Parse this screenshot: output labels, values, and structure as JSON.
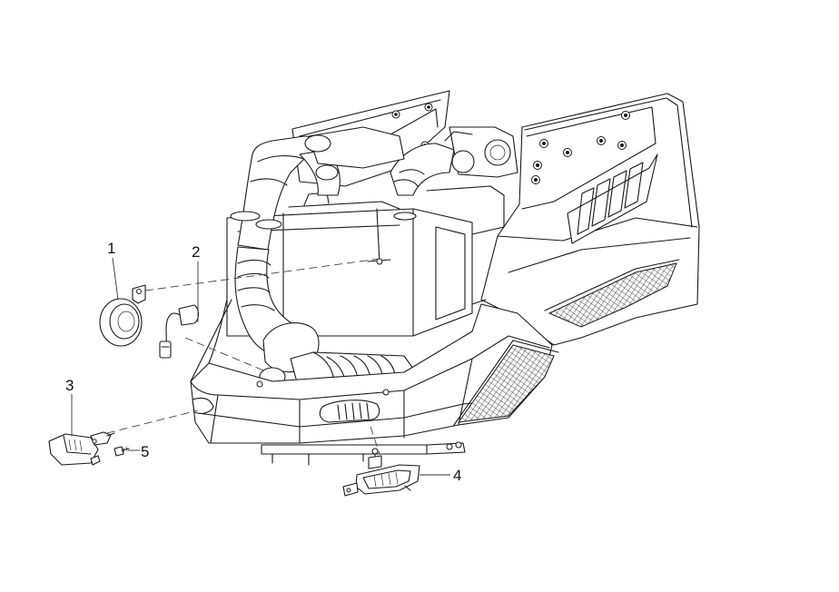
{
  "callouts": [
    {
      "id": "1",
      "label": "1"
    },
    {
      "id": "2",
      "label": "2"
    },
    {
      "id": "3",
      "label": "3"
    },
    {
      "id": "4",
      "label": "4"
    },
    {
      "id": "5",
      "label": "5"
    }
  ],
  "parts": [
    {
      "name": "horn",
      "icon": "horn-icon"
    },
    {
      "name": "connector-wire",
      "icon": "connector-icon"
    },
    {
      "name": "left-light-housing",
      "icon": "lamp-icon"
    },
    {
      "name": "right-light-housing",
      "icon": "lamp-icon"
    },
    {
      "name": "screw",
      "icon": "screw-icon"
    }
  ]
}
